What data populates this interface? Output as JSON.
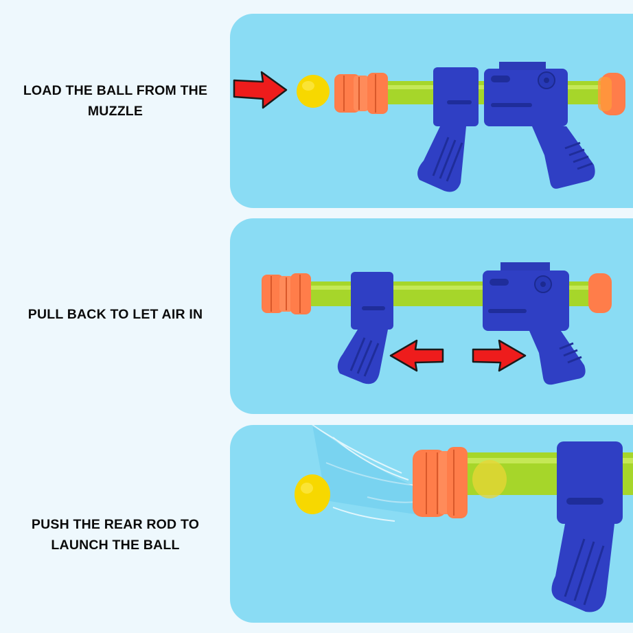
{
  "steps": [
    {
      "label_line1": "LOAD THE BALL FROM THE",
      "label_line2": "MUZZLE"
    },
    {
      "label_line1": "PULL BACK TO LET AIR IN",
      "label_line2": ""
    },
    {
      "label_line1": "PUSH THE REAR ROD TO",
      "label_line2": "LAUNCH THE BALL"
    }
  ],
  "colors": {
    "page_background": "#eef8fd",
    "panel_background": "#8adcf4",
    "toy_body_blue": "#2f3fc4",
    "barrel_green": "#a6d62a",
    "muzzle_orange": "#ff7d4a",
    "ball_yellow": "#f7d800",
    "arrow_red": "#ee1c1c"
  },
  "icons": {
    "step1": [
      "ball",
      "red-arrow-right",
      "toy-air-gun"
    ],
    "step2": [
      "toy-air-gun-extended",
      "red-arrow-left",
      "red-arrow-right"
    ],
    "step3": [
      "ball-in-flight",
      "motion-lines",
      "toy-air-gun-closeup"
    ]
  }
}
